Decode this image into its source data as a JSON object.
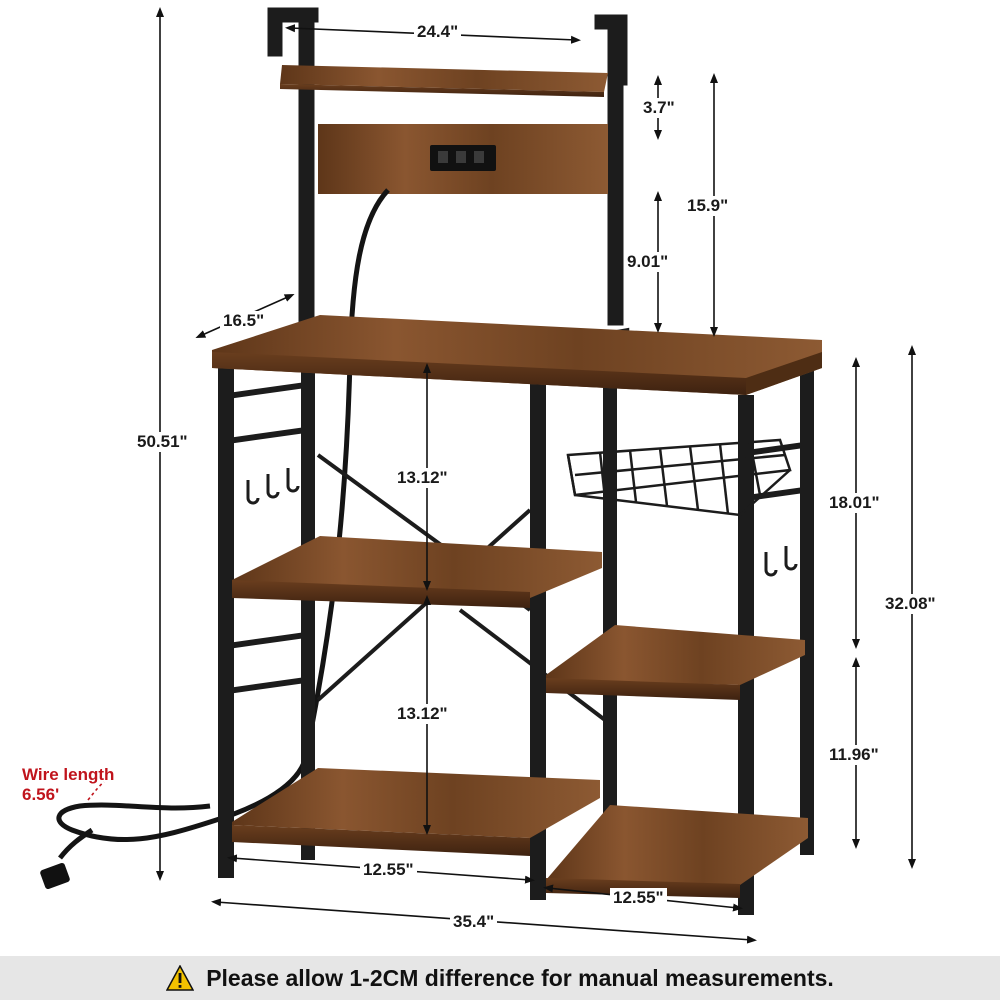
{
  "dimensions": {
    "top_width": "24.4\"",
    "shelf_gap_top": "3.7\"",
    "upper_height": "15.9\"",
    "outlet_gap": "9.01\"",
    "depth": "16.5\"",
    "total_height": "50.51\"",
    "left_upper_gap": "13.12\"",
    "left_lower_gap": "13.12\"",
    "right_upper_gap": "18.01\"",
    "right_lower_gap": "11.96\"",
    "counter_height": "32.08\"",
    "left_bay_width": "12.55\"",
    "right_bay_width": "12.55\"",
    "total_width": "35.4\""
  },
  "wire": {
    "line1": "Wire length",
    "line2": "6.56'"
  },
  "footer": {
    "text": "Please allow 1-2CM difference for manual measurements."
  },
  "colors": {
    "wood": "#7a4a26",
    "wood_dark": "#4e2d14",
    "frame": "#1c1c1c",
    "accent_red": "#c0141c",
    "footer_bg": "#e6e6e6"
  }
}
